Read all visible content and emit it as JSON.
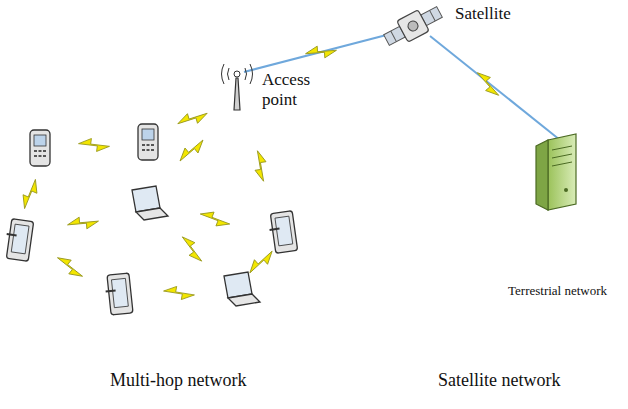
{
  "diagram": {
    "labels": [
      "Satellite",
      "Access point",
      "Terrestrial network",
      "Multi-hop network",
      "Satellite network"
    ]
  }
}
